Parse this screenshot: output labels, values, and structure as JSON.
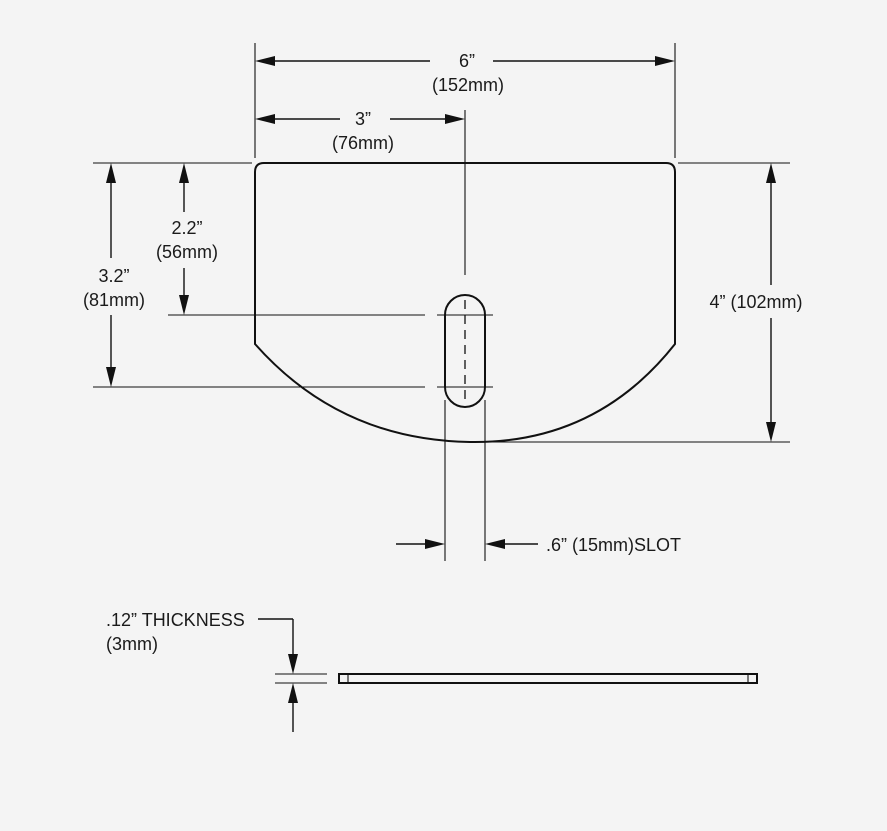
{
  "dimensions": {
    "width_total_in": "6”",
    "width_total_mm": "(152mm)",
    "width_half_in": "3”",
    "width_half_mm": "(76mm)",
    "depth_slot_top_in": "2.2”",
    "depth_slot_top_mm": "(56mm)",
    "depth_slot_bottom_in": "3.2”",
    "depth_slot_bottom_mm": "(81mm)",
    "height_total": "4” (102mm)",
    "slot_width": ".6” (15mm)SLOT",
    "thickness_in": ".12” THICKNESS",
    "thickness_mm": "(3mm)"
  }
}
